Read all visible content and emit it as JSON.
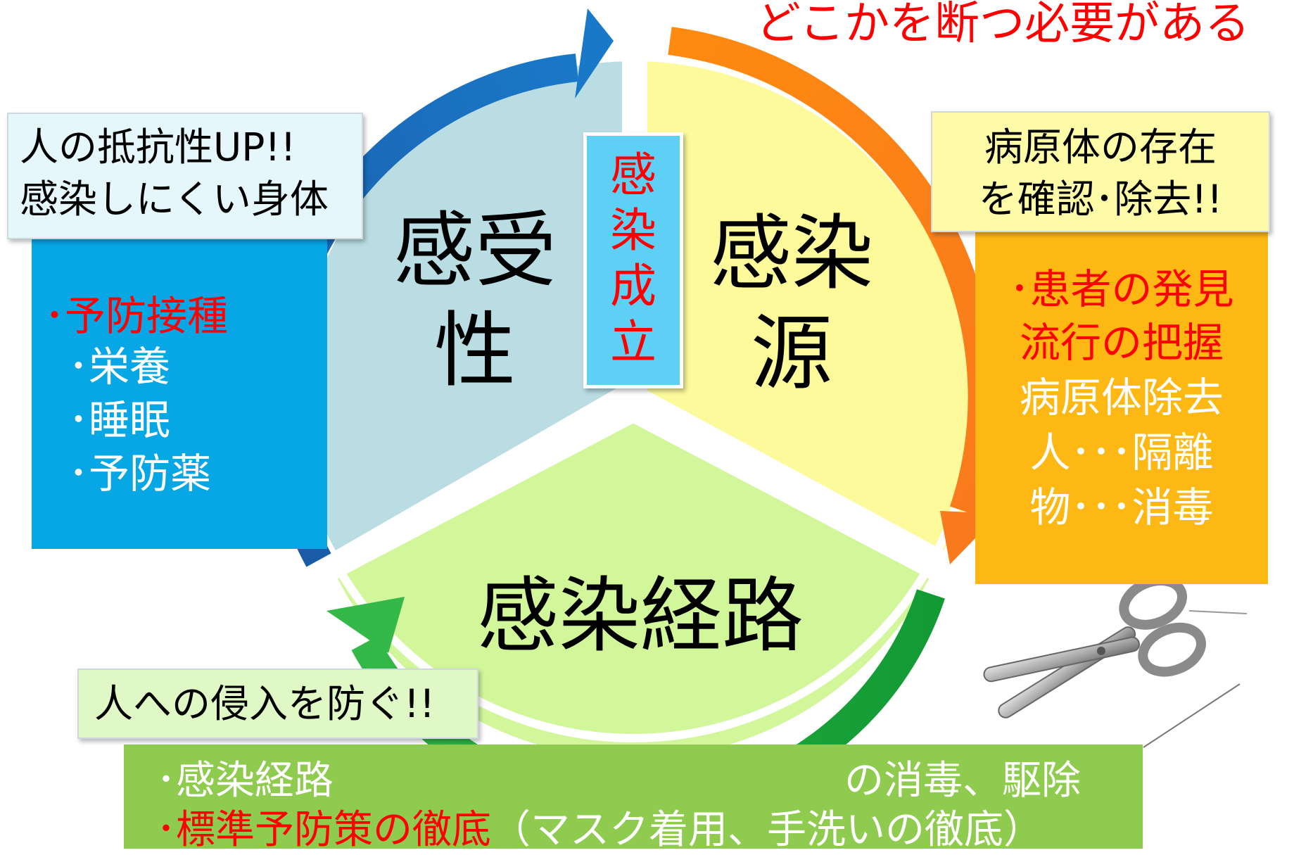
{
  "headline": "どこかを断つ必要がある",
  "center_label": "感染成立",
  "segments": {
    "susceptibility": {
      "title_lines": [
        "感受",
        "性"
      ]
    },
    "source": {
      "title_lines": [
        "感染",
        "源"
      ]
    },
    "route": {
      "title": "感染経路"
    }
  },
  "callouts": {
    "resistance": {
      "lines": [
        "人の抵抗性UP!!",
        "感染しにくい身体"
      ]
    },
    "pathogen": {
      "lines": [
        "病原体の存在",
        "を確認･除去!!"
      ]
    },
    "invasion": {
      "text": "人への侵入を防ぐ!!"
    }
  },
  "measures": {
    "susceptibility": {
      "highlight": "･予防接種",
      "items": [
        "･栄養",
        "･睡眠",
        "･予防薬"
      ]
    },
    "source": {
      "highlight_lines": [
        "･患者の発見",
        "流行の把握"
      ],
      "lines": [
        "病原体除去",
        "人･･･隔離",
        "物･･･消毒"
      ]
    },
    "route": {
      "line1_left": "･感染経路",
      "line1_right": "の消毒、駆除",
      "line2_highlight": "･標準予防策の徹底",
      "line2_rest": "（マスク着用、手洗いの徹底）"
    }
  },
  "icons": {
    "cut": "scissors-icon"
  },
  "colors": {
    "highlight_red": "#ff0000",
    "susceptibility_fill": "#b9dde3",
    "source_fill": "#fdfa9c",
    "route_fill": "#d2f79b",
    "blue_arrow": "#1c6fbe",
    "orange_arrow": "#f58a1a",
    "green_arrow": "#1eaa3c",
    "blue_box": "#07a7e6",
    "orange_box": "#fdb813",
    "green_box": "#8ecb4e"
  }
}
